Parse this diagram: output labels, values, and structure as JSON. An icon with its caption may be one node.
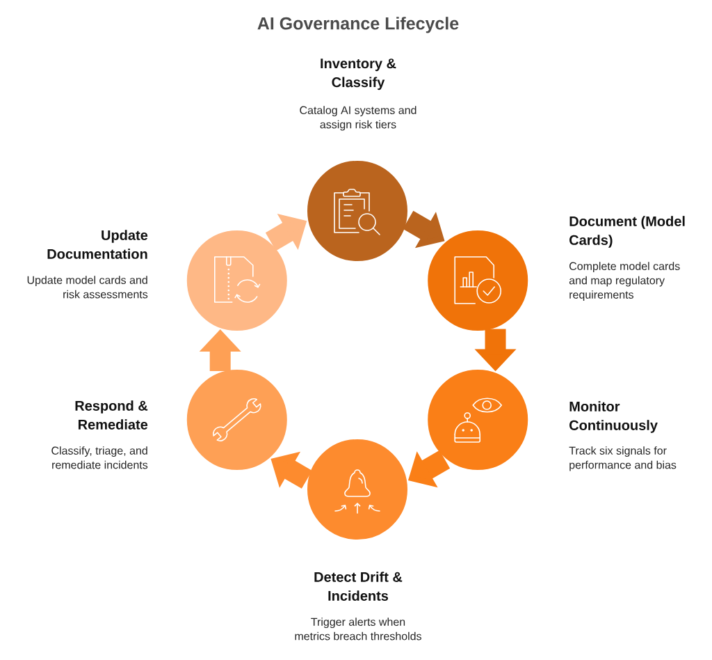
{
  "diagram": {
    "title": "AI Governance Lifecycle",
    "nodes": [
      {
        "text": [
          "Inventory & Classify",
          "Catalog AI systems and assign risk tiers"
        ]
      },
      {
        "text": [
          "Document (Model Cards)",
          "Complete model cards and map regulatory requirements"
        ]
      },
      {
        "text": [
          "Monitor Continuously",
          "Track six signals for performance and bias"
        ]
      },
      {
        "text": [
          "Detect Drift & Incidents",
          "Trigger alerts when metrics breach thresholds"
        ]
      },
      {
        "text": [
          "Respond & Remediate",
          "Classify, triage, and remediate incidents"
        ]
      },
      {
        "text": [
          "Update Documentation",
          "Update model cards and risk assessments"
        ]
      }
    ],
    "edges": [
      {
        "from": 0,
        "to": 1,
        "arrow": "to",
        "color": "#ba641e"
      },
      {
        "from": 1,
        "to": 2,
        "arrow": "to",
        "color": "#f07309"
      },
      {
        "from": 2,
        "to": 3,
        "arrow": "to",
        "color": "#fa7f17"
      },
      {
        "from": 3,
        "to": 4,
        "arrow": "to",
        "color": "#fd8b2e"
      },
      {
        "from": 4,
        "to": 5,
        "arrow": "to",
        "color": "#fea055"
      },
      {
        "from": 5,
        "to": 0,
        "arrow": "to",
        "color": "#feb886"
      }
    ]
  }
}
